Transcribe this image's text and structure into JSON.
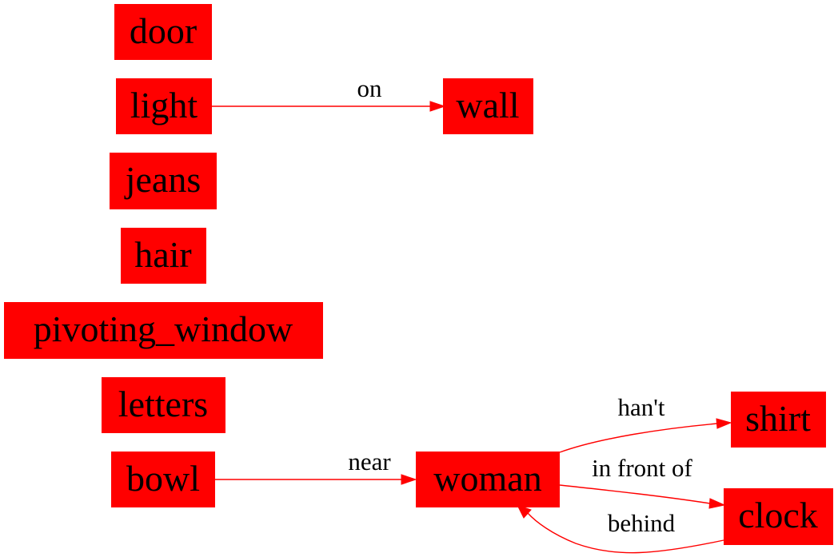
{
  "colors": {
    "node_fill": "#ff0000",
    "edge": "#ff0000",
    "text": "#000000",
    "background": "#ffffff"
  },
  "nodes": {
    "door": "door",
    "light": "light",
    "wall": "wall",
    "jeans": "jeans",
    "hair": "hair",
    "pivoting_window": "pivoting_window",
    "letters": "letters",
    "bowl": "bowl",
    "woman": "woman",
    "shirt": "shirt",
    "clock": "clock"
  },
  "edges": {
    "light_wall": {
      "from": "light",
      "to": "wall",
      "label": "on"
    },
    "bowl_woman": {
      "from": "bowl",
      "to": "woman",
      "label": "near"
    },
    "woman_shirt": {
      "from": "woman",
      "to": "shirt",
      "label": "han't"
    },
    "woman_clock": {
      "from": "woman",
      "to": "clock",
      "label": "in front of"
    },
    "clock_woman": {
      "from": "clock",
      "to": "woman",
      "label": "behind"
    }
  }
}
